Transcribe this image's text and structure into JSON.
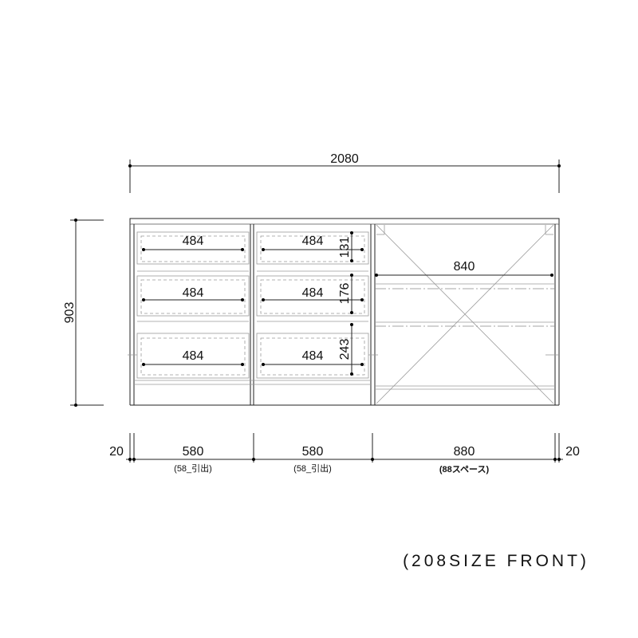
{
  "drawing": {
    "overall_width": "2080",
    "overall_height": "903",
    "drawer_width_label": "484",
    "drawer_heights": [
      "131",
      "176",
      "243"
    ],
    "shelf_width": "840",
    "bottom": {
      "left_side": "20",
      "col1": "580",
      "col1_note": "(58_引出)",
      "col2": "580",
      "col2_note": "(58_引出)",
      "col3": "880",
      "col3_note": "(88スペース)",
      "right_side": "20"
    },
    "caption": "(208SIZE FRONT)"
  }
}
